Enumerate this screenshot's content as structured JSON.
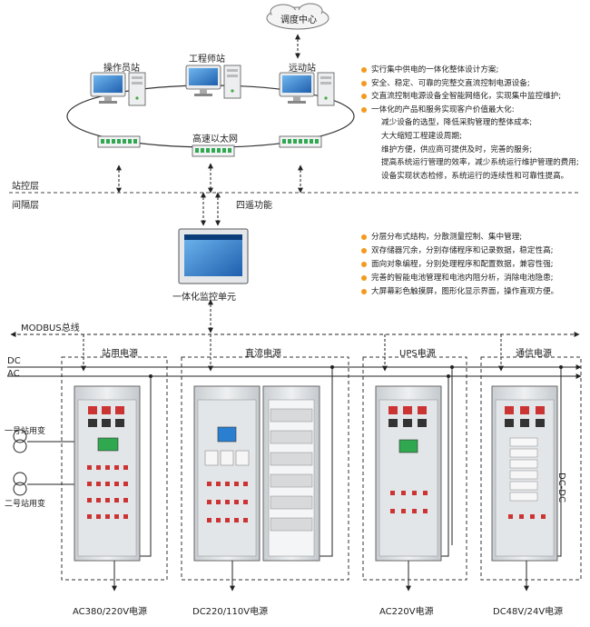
{
  "nodes": {
    "dispatch_center": "调度中心",
    "operator_station": "操作员站",
    "engineer_station": "工程师站",
    "remote_station": "远动站",
    "ethernet": "高速以太网",
    "station_layer": "站控层",
    "bay_layer": "间隔层",
    "four_remote": "四遥功能",
    "monitor_unit": "一体化监控单元",
    "modbus": "MODBUS总线",
    "dc": "DC",
    "ac": "AC",
    "transformer_1": "一号站用变",
    "transformer_2": "二号站用变",
    "dcdc": "DC-DC"
  },
  "sections": [
    {
      "title": "站用电源",
      "output": "AC380/220V电源"
    },
    {
      "title": "直流电源",
      "output": "DC220/110V电源"
    },
    {
      "title": "UPS电源",
      "output": "AC220V电源"
    },
    {
      "title": "通信电源",
      "output": "DC48V/24V电源"
    }
  ],
  "features_top": [
    {
      "text": "实行集中供电的一体化整体设计方案;",
      "sub": false
    },
    {
      "text": "安全、稳定、可靠的完整交直流控制电源设备;",
      "sub": false
    },
    {
      "text": "交直流控制电源设备全智能网络化，实现集中监控维护;",
      "sub": false
    },
    {
      "text": "一体化的产品和服务实现客户价值最大化:",
      "sub": false
    },
    {
      "text": "减少设备的选型，降低采购管理的整体成本;",
      "sub": true
    },
    {
      "text": "大大缩短工程建设周期;",
      "sub": true
    },
    {
      "text": "维护方便，供应商可提供及时，完善的服务;",
      "sub": true
    },
    {
      "text": "提高系统运行管理的效率，减少系统运行维护管理的费用;",
      "sub": true
    },
    {
      "text": "设备实现状态检修，系统运行的连续性和可靠性提高。",
      "sub": true
    }
  ],
  "features_mid": [
    "分层分布式结构，分散测量控制、集中管理;",
    "双存储器冗余，分别存储程序和记录数据，稳定性高;",
    "面向对象编程，分别处理程序和配置数据，兼容性强;",
    "完善的智能电池管理和电池内阻分析，消除电池隐患;",
    "大屏幕彩色触摸屏，图形化显示界面，操作直观方便。"
  ],
  "colors": {
    "bullet": "#f39a1e",
    "monitor_blue": "#2a7fd0",
    "switch_green": "#2fa84f",
    "cabinet": "#dfe3e6"
  }
}
